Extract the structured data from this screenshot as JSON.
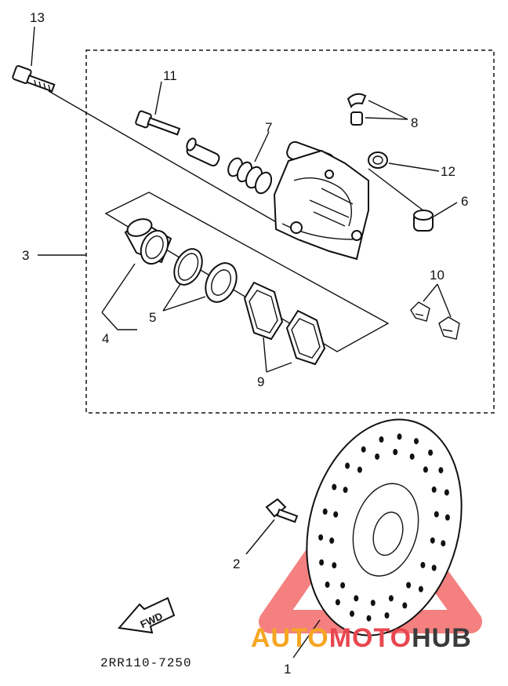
{
  "diagram": {
    "callouts": {
      "n1": "1",
      "n2": "2",
      "n3": "3",
      "n4": "4",
      "n5": "5",
      "n6": "6",
      "n7": "7",
      "n8": "8",
      "n9": "9",
      "n10": "10",
      "n11": "11",
      "n12": "12",
      "n13": "13"
    },
    "fwd_label": "FWD",
    "drawing_code": "2RR110-7250"
  },
  "watermark": {
    "text_part1": "AUTO",
    "text_part2": "MOTO",
    "text_part3": "HUB",
    "colors": {
      "part1": "#f5a623",
      "part2": "#e8474f",
      "part3": "#3a3a3a",
      "triangle": "#f26a6a"
    }
  }
}
